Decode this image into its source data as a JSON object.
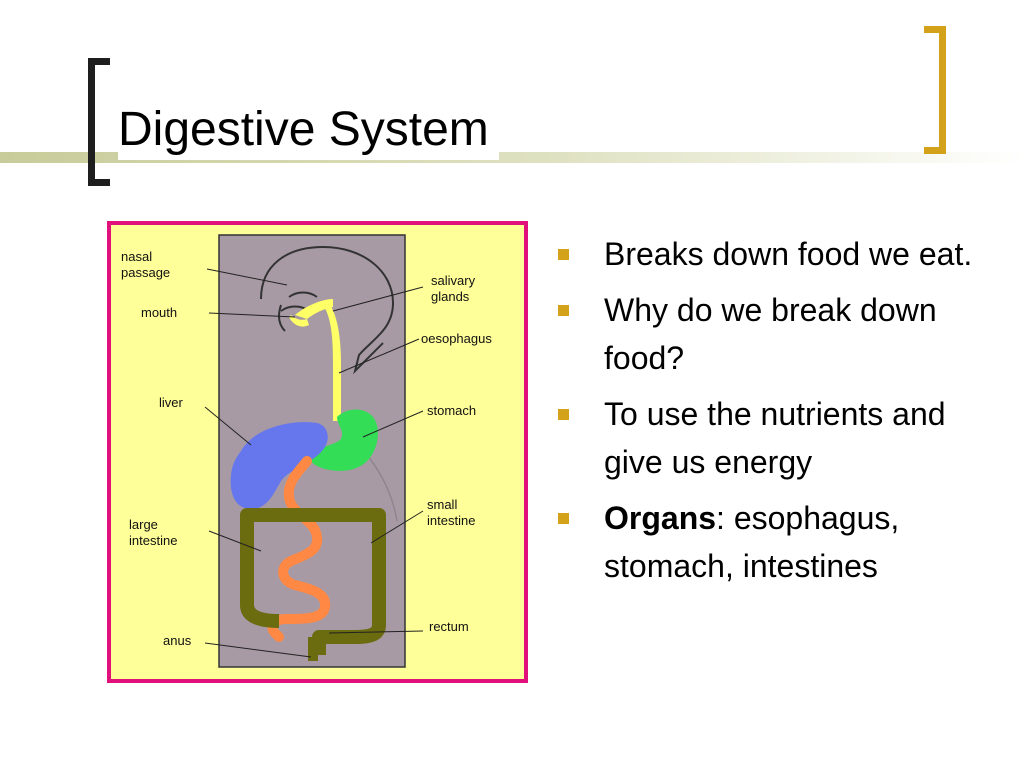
{
  "slide": {
    "title": "Digestive System",
    "colors": {
      "accent": "#d4a11a",
      "figure_border": "#e0117a",
      "figure_bg": "#ffff99"
    }
  },
  "figure": {
    "labels": {
      "nasal_1": "nasal",
      "nasal_2": "passage",
      "mouth": "mouth",
      "salivary_1": "salivary",
      "salivary_2": "glands",
      "oesophagus": "oesophagus",
      "liver": "liver",
      "stomach": "stomach",
      "small_1": "small",
      "small_2": "intestine",
      "large_1": "large",
      "large_2": "intestine",
      "anus": "anus",
      "rectum": "rectum"
    }
  },
  "bullets": [
    {
      "text": "Breaks down food we eat."
    },
    {
      "text": "Why do we break down food?"
    },
    {
      "text": "To use the nutrients and give us energy"
    },
    {
      "bold": "Organs",
      "text": ": esophagus, stomach, intestines"
    }
  ]
}
